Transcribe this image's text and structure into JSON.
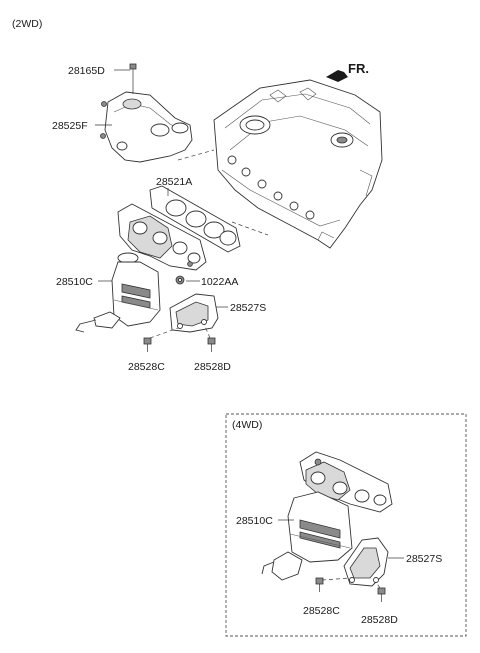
{
  "variants": {
    "main_title": "(2WD)",
    "inset_title": "(4WD)"
  },
  "front_marker": "FR.",
  "callouts_2wd": {
    "bolt_top": "28165D",
    "heat_protector": "28525F",
    "gasket": "28521A",
    "manifold_catalyst": "28510C",
    "nut": "1022AA",
    "bracket": "28527S",
    "bolt_c": "28528C",
    "bolt_d": "28528D"
  },
  "callouts_4wd": {
    "manifold_catalyst": "28510C",
    "bracket": "28527S",
    "bolt_c": "28528C",
    "bolt_d": "28528D"
  }
}
